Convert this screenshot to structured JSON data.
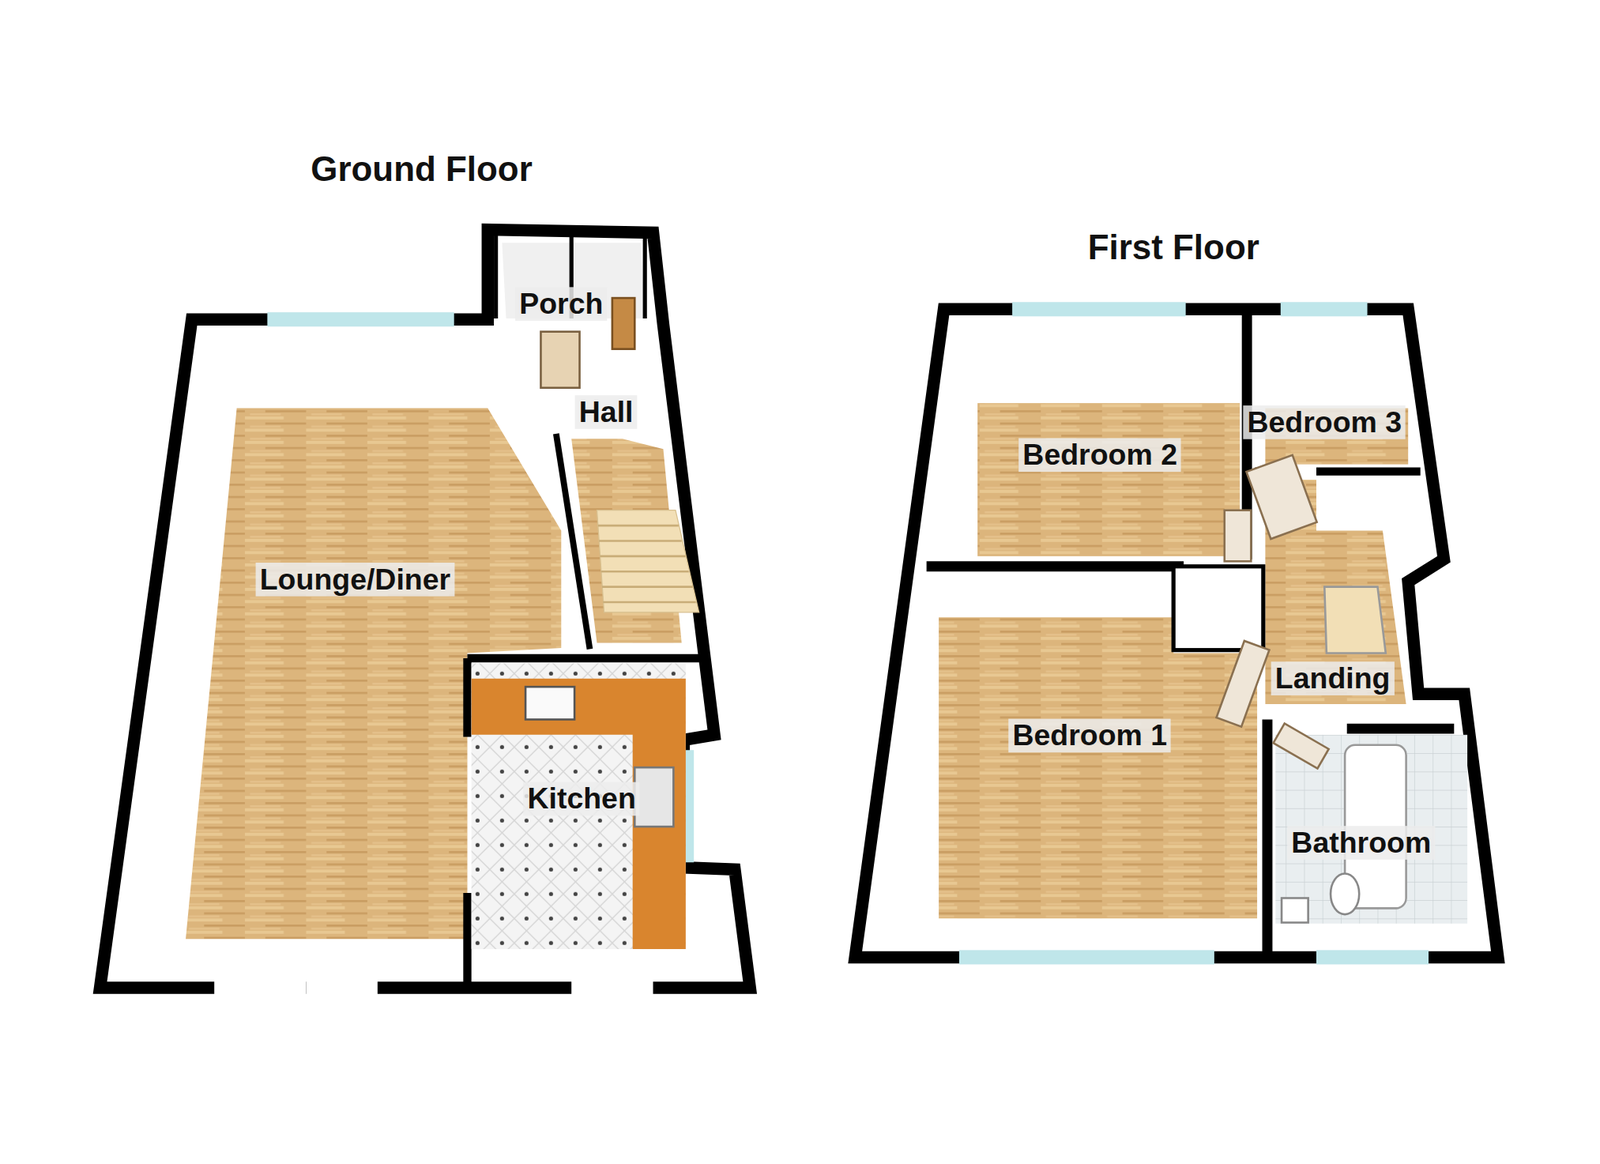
{
  "diagram": {
    "nodes": [
      {
        "text": [
          "Ground Floor"
        ]
      },
      {
        "text": [
          "Porch"
        ],
        "in": 0
      },
      {
        "text": [
          "Hall"
        ],
        "in": 0
      },
      {
        "text": [
          "Lounge/Diner"
        ],
        "in": 0
      },
      {
        "text": [
          "Kitchen"
        ],
        "in": 0
      },
      {
        "text": [
          "First Floor"
        ]
      },
      {
        "text": [
          "Bedroom 2"
        ],
        "in": 5
      },
      {
        "text": [
          "Bedroom 3"
        ],
        "in": 5
      },
      {
        "text": [
          "Landing"
        ],
        "in": 5
      },
      {
        "text": [
          "Bedroom 1"
        ],
        "in": 5
      },
      {
        "text": [
          "Bathroom"
        ],
        "in": 5
      }
    ]
  }
}
